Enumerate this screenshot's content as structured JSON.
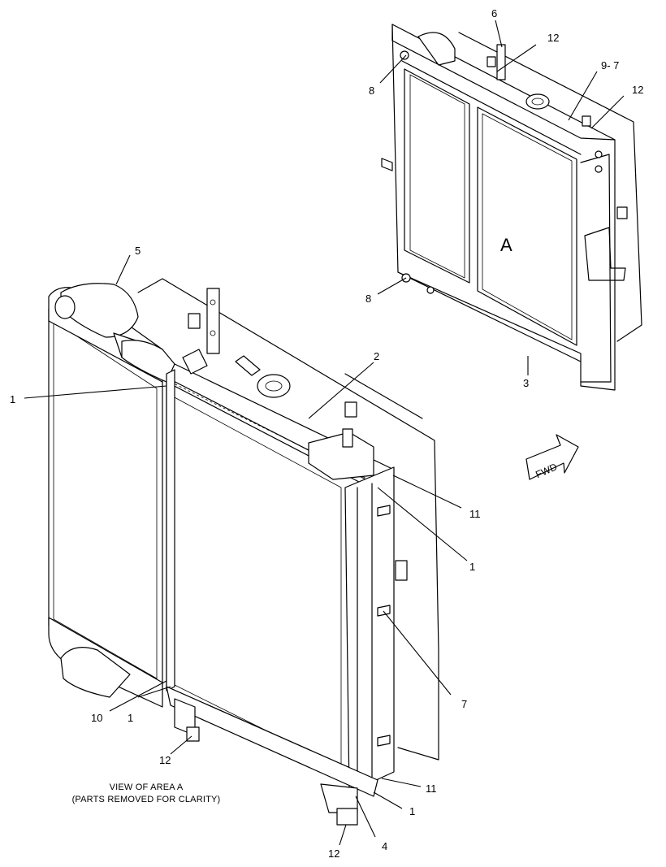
{
  "area_label": "A",
  "caption": {
    "line1": "VIEW OF AREA  A",
    "line2": "(PARTS REMOVED FOR CLARITY)"
  },
  "fwd_arrow": {
    "label": "FWD",
    "icon": "fwd-arrow-icon"
  },
  "callouts": {
    "c1_left_upper": "1",
    "c2": "2",
    "c3": "3",
    "c4": "4",
    "c5": "5",
    "c6": "6",
    "c7": "7",
    "c8_upper": "8",
    "c8_lower": "8",
    "c9_7": "9- 7",
    "c10": "10",
    "c1_left_lower": "1",
    "c11_upper": "11",
    "c1_right_upper": "1",
    "c11_lower": "11",
    "c1_right_lower": "1",
    "c12_top_a": "12",
    "c12_top_b": "12",
    "c12_bottom_left": "12",
    "c12_bottom_center": "12"
  }
}
